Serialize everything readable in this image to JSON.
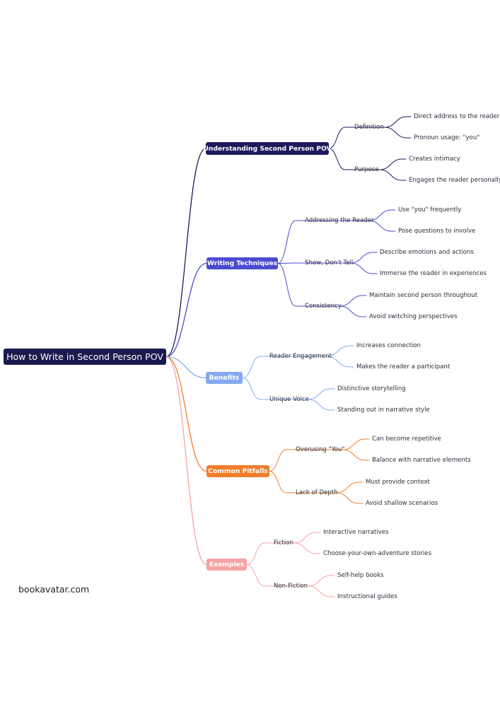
{
  "root": {
    "label": "How to Write in Second Person POV",
    "color": "#1a1a4f"
  },
  "branches": [
    {
      "label": "Understanding Second Person POV",
      "color": "#1e1b5c",
      "children": [
        {
          "label": "Definition",
          "leaves": [
            "Direct address to the reader",
            "Pronoun usage: \"you\""
          ]
        },
        {
          "label": "Purpose",
          "leaves": [
            "Creates intimacy",
            "Engages the reader personally"
          ]
        }
      ]
    },
    {
      "label": "Writing Techniques",
      "color": "#4b4bd1",
      "children": [
        {
          "label": "Addressing the Reader",
          "leaves": [
            "Use \"you\" frequently",
            "Pose questions to involve"
          ]
        },
        {
          "label": "Show, Don't Tell",
          "leaves": [
            "Describe emotions and actions",
            "Immerse the reader in experiences"
          ]
        },
        {
          "label": "Consistency",
          "leaves": [
            "Maintain second person throughout",
            "Avoid switching perspectives"
          ]
        }
      ]
    },
    {
      "label": "Benefits",
      "color": "#86aaf2",
      "children": [
        {
          "label": "Reader Engagement",
          "leaves": [
            "Increases connection",
            "Makes the reader a participant"
          ]
        },
        {
          "label": "Unique Voice",
          "leaves": [
            "Distinctive storytelling",
            "Standing out in narrative style"
          ]
        }
      ]
    },
    {
      "label": "Common Pitfalls",
      "color": "#f07d2b",
      "children": [
        {
          "label": "Overusing \"You\"",
          "leaves": [
            "Can become repetitive",
            "Balance with narrative elements"
          ]
        },
        {
          "label": "Lack of Depth",
          "leaves": [
            "Must provide context",
            "Avoid shallow scenarios"
          ]
        }
      ]
    },
    {
      "label": "Examples",
      "color": "#f5a3a3",
      "children": [
        {
          "label": "Fiction",
          "leaves": [
            "Interactive narratives",
            "Choose-your-own-adventure stories"
          ]
        },
        {
          "label": "Non-Fiction",
          "leaves": [
            "Self-help books",
            "Instructional guides"
          ]
        }
      ]
    }
  ],
  "footer": {
    "credit": "bookavatar.com"
  }
}
